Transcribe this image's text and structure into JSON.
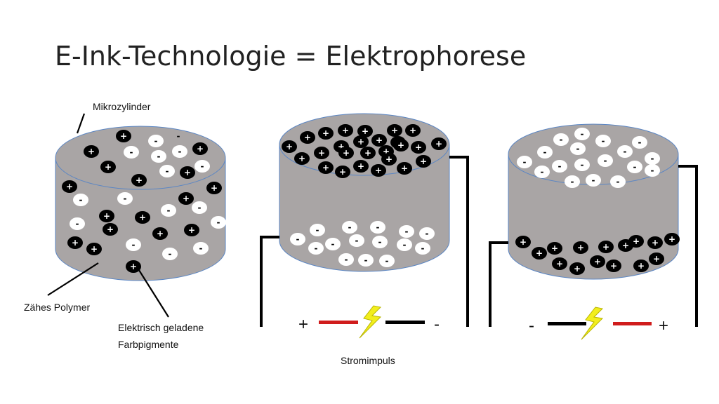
{
  "title": "E-Ink-Technologie = Elektrophorese",
  "labels": {
    "mikrozylinder": "Mikrozylinder",
    "polymer": "Zähes Polymer",
    "pigmente_line1": "Elektrisch geladene",
    "pigmente_line2": "Farbpigmente",
    "stromimpuls": "Stromimpuls"
  },
  "charges": {
    "positive": "+",
    "negative": "-"
  },
  "electrodes": {
    "middle": {
      "left_sign": "+",
      "right_sign": "-"
    },
    "right": {
      "left_sign": "-",
      "right_sign": "+"
    }
  },
  "colors": {
    "cylinder_fill": "#a9a5a5",
    "cylinder_outline": "#5b86c4",
    "wire": "#000000",
    "positive_wire": "#d01c1c",
    "lightning": "#f2ee1d",
    "lightning_outline": "#b8b400"
  },
  "icons": [
    "lightning-bolt-icon"
  ]
}
